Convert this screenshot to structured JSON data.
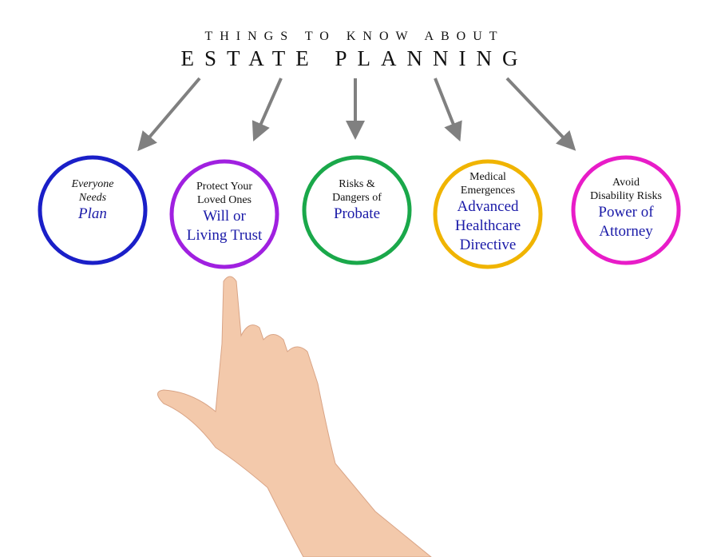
{
  "title": {
    "line1": "THINGS TO KNOW ABOUT",
    "line2": "ESTATE PLANNING"
  },
  "items": [
    {
      "small": [
        "Everyone",
        "Needs"
      ],
      "big": [
        "Plan"
      ],
      "color": "#1a1fc8"
    },
    {
      "small": [
        "Protect Your",
        "Loved Ones"
      ],
      "big": [
        "Will or",
        "Living Trust"
      ],
      "color": "#a020e0"
    },
    {
      "small": [
        "Risks &",
        "Dangers of"
      ],
      "big": [
        "Probate"
      ],
      "color": "#1aa84a"
    },
    {
      "small": [
        "Medical",
        "Emergences"
      ],
      "big": [
        "Advanced",
        "Healthcare",
        "Directive"
      ],
      "color": "#f0b400"
    },
    {
      "small": [
        "Avoid",
        "Disability Risks"
      ],
      "big": [
        "Power of",
        "Attorney"
      ],
      "color": "#e81cc8"
    }
  ],
  "arrow_color": "#808080"
}
